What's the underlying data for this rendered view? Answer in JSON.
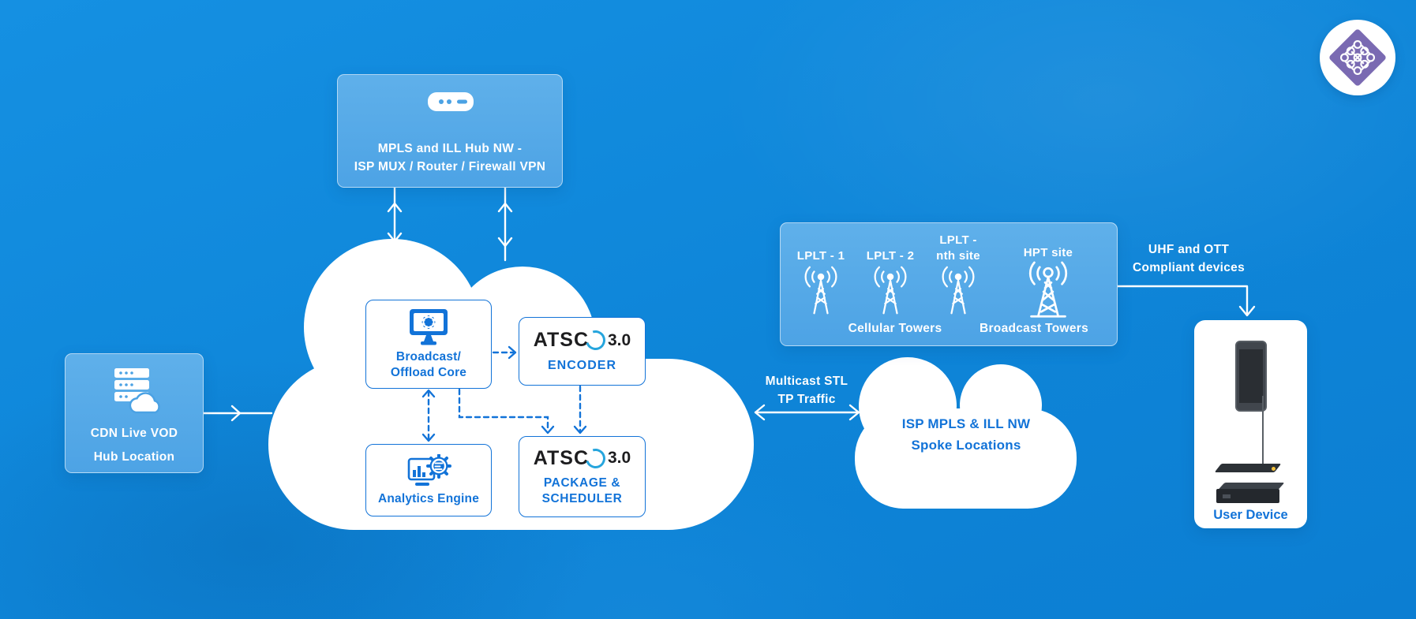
{
  "colors": {
    "background": "#0e85d8",
    "panel_blue": "#57aae9",
    "accent_blue": "#1273d8",
    "atsc_swirl_blue": "#26a5dd",
    "logo_purple": "#7a6ab2",
    "white": "#ffffff"
  },
  "mpls_hub": {
    "line1": "MPLS and ILL Hub NW -",
    "line2": "ISP MUX / Router / Firewall VPN",
    "icon": "router-icon"
  },
  "cdn": {
    "line1": "CDN Live VOD",
    "line2": "Hub Location",
    "icon": "server-cloud-icon"
  },
  "core_cloud": {
    "broadcast_core": {
      "line1": "Broadcast/",
      "line2": "Offload Core",
      "icon": "monitor-gear-icon"
    },
    "encoder": {
      "brand": "ATSC",
      "version": "3.0",
      "label": "ENCODER"
    },
    "analytics": {
      "label": "Analytics Engine",
      "icon": "analytics-gear-icon"
    },
    "package_scheduler": {
      "brand": "ATSC",
      "version": "3.0",
      "line1": "PACKAGE &",
      "line2": "SCHEDULER"
    }
  },
  "towers": {
    "sites": [
      {
        "line1": "LPLT - 1",
        "line2": "",
        "icon": "cell-tower-icon"
      },
      {
        "line1": "LPLT - 2",
        "line2": "",
        "icon": "cell-tower-icon"
      },
      {
        "line1": "LPLT -",
        "line2": "nth site",
        "icon": "cell-tower-icon"
      },
      {
        "line1": "HPT site",
        "line2": "",
        "icon": "broadcast-tower-icon"
      }
    ],
    "cellular_caption": "Cellular Towers",
    "broadcast_caption": "Broadcast Towers"
  },
  "isp_cloud": {
    "line1": "ISP MPLS & ILL NW",
    "line2": "Spoke Locations"
  },
  "multicast": {
    "line1": "Multicast STL",
    "line2": "TP Traffic"
  },
  "uhf": {
    "line1": "UHF and OTT",
    "line2": "Compliant devices"
  },
  "user_device": {
    "label": "User Device",
    "icons": [
      "smartphone-icon",
      "antenna-receiver-icon",
      "settop-box-icon"
    ]
  },
  "logo": {
    "icon": "kolam-knot-logo"
  }
}
